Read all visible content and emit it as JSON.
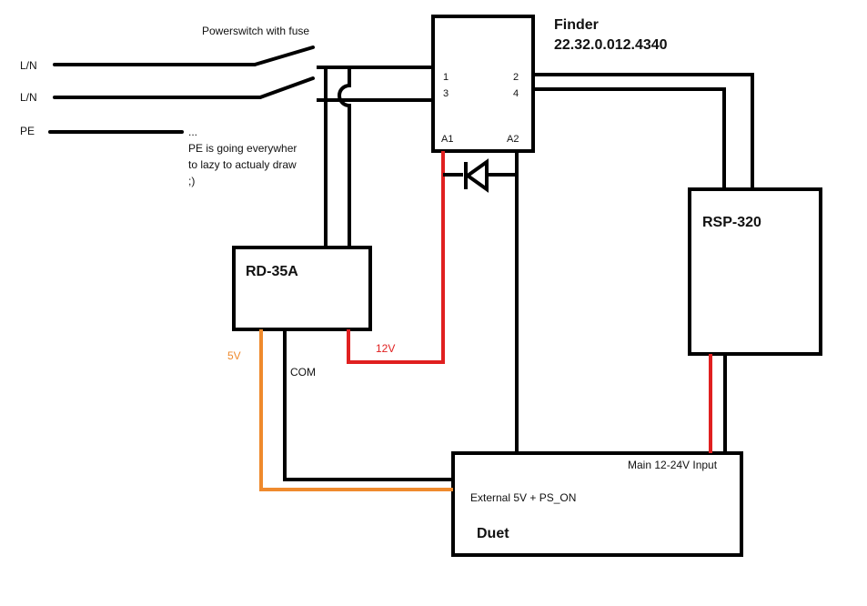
{
  "colors": {
    "wire": "#000000",
    "red": "#e02020",
    "orange": "#ef8a2d"
  },
  "labels": {
    "ln_top": "L/N",
    "ln_bottom": "L/N",
    "pe": "PE",
    "power_switch": "Powerswitch with fuse",
    "pe_dots": "...",
    "pe_note": [
      "PE is going everywher",
      "to lazy to actualy draw",
      ";)"
    ]
  },
  "finder": {
    "title": "Finder",
    "part_number": "22.32.0.012.4340",
    "pins": {
      "p1": "1",
      "p2": "2",
      "p3": "3",
      "p4": "4",
      "a1": "A1",
      "a2": "A2"
    }
  },
  "rd35a": {
    "name": "RD-35A"
  },
  "rsp320": {
    "name": "RSP-320"
  },
  "duet": {
    "name": "Duet",
    "input_main": "Main 12-24V Input",
    "input_external": "External 5V + PS_ON"
  },
  "wires": {
    "v5": "5V",
    "com": "COM",
    "v12": "12V"
  }
}
